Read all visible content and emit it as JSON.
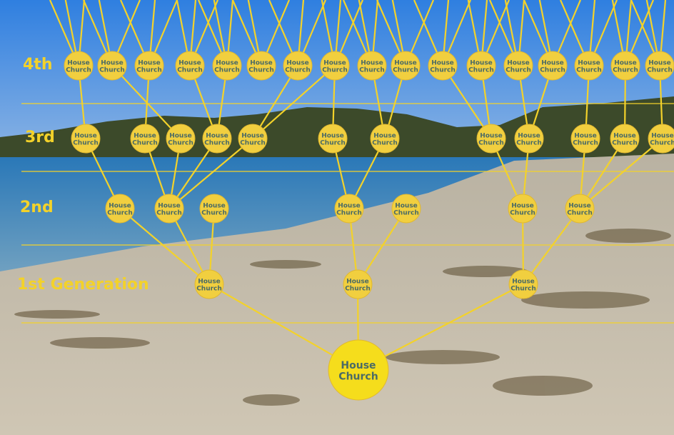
{
  "diagram": {
    "node_label_line1": "House",
    "node_label_line2": "Church",
    "generations": {
      "g4": "4th",
      "g3": "3rd",
      "g2": "2nd",
      "g1": "1st Generation"
    }
  },
  "colors": {
    "node_fill": "#f1cf3f",
    "root_fill": "#f5dd1c",
    "line": "#f3d22a",
    "node_text": "#4a6a66"
  }
}
